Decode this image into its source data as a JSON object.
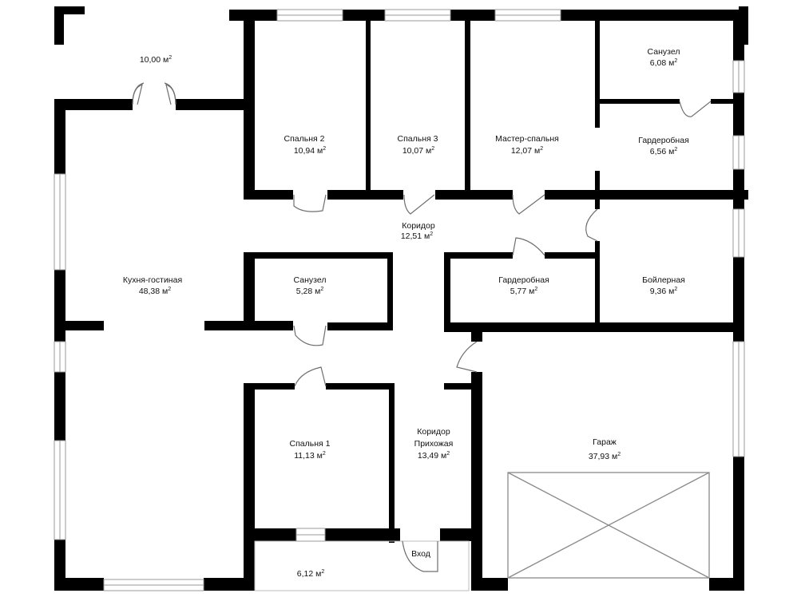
{
  "rooms": [
    {
      "id": "terrace-top",
      "name": "",
      "area": "10,00",
      "unit": "м",
      "unit_sup": "2"
    },
    {
      "id": "bedroom-2",
      "name": "Спальня 2",
      "area": "10,94",
      "unit": "м",
      "unit_sup": "2"
    },
    {
      "id": "bedroom-3",
      "name": "Спальня 3",
      "area": "10,07",
      "unit": "м",
      "unit_sup": "2"
    },
    {
      "id": "master-bedroom",
      "name": "Мастер-спальня",
      "area": "12,07",
      "unit": "м",
      "unit_sup": "2"
    },
    {
      "id": "bathroom-top",
      "name": "Санузел",
      "area": "6,08",
      "unit": "м",
      "unit_sup": "2"
    },
    {
      "id": "wardrobe-top",
      "name": "Гардеробная",
      "area": "6,56",
      "unit": "м",
      "unit_sup": "2"
    },
    {
      "id": "corridor",
      "name": "Коридор",
      "area": "12,51",
      "unit": "м",
      "unit_sup": "2"
    },
    {
      "id": "kitchen-living",
      "name": "Кухня-гостиная",
      "area": "48,38",
      "unit": "м",
      "unit_sup": "2"
    },
    {
      "id": "bathroom-mid",
      "name": "Санузел",
      "area": "5,28",
      "unit": "м",
      "unit_sup": "2"
    },
    {
      "id": "wardrobe-mid",
      "name": "Гардеробная",
      "area": "5,77",
      "unit": "м",
      "unit_sup": "2"
    },
    {
      "id": "boiler-room",
      "name": "Бойлерная",
      "area": "9,36",
      "unit": "м",
      "unit_sup": "2"
    },
    {
      "id": "bedroom-1",
      "name": "Спальня 1",
      "area": "11,13",
      "unit": "м",
      "unit_sup": "2"
    },
    {
      "id": "hall-corridor",
      "name": "Коридор",
      "name2": "Прихожая",
      "area": "13,49",
      "unit": "м",
      "unit_sup": "2"
    },
    {
      "id": "garage",
      "name": "Гараж",
      "area": "37,93",
      "unit": "м",
      "unit_sup": "2"
    },
    {
      "id": "porch",
      "name": "",
      "area": "6,12",
      "unit": "м",
      "unit_sup": "2"
    }
  ],
  "labels": {
    "entrance": "Вход"
  },
  "colors": {
    "wall": "#000000",
    "window_frame": "#9a9a9a",
    "door_swing": "#6e6e6e",
    "background": "#ffffff"
  }
}
